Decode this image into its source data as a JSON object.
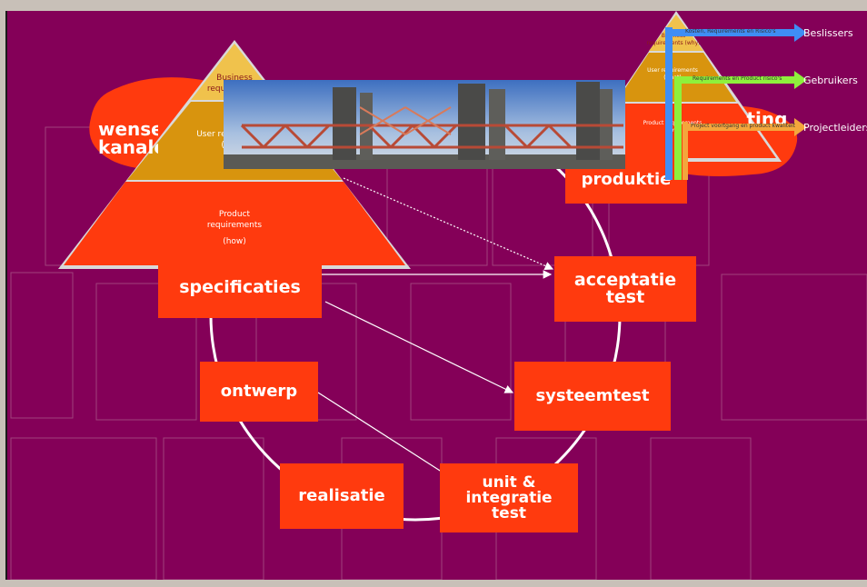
{
  "colors": {
    "background": "#840058",
    "box": "#ff3a0e",
    "pyramid_top": "#f0c24c",
    "pyramid_mid": "#d8940e",
    "pyramid_base": "#ff3a0e",
    "bar_blue": "#3f8ef4",
    "bar_green": "#8ef03c",
    "bar_orange": "#f4a63c"
  },
  "boxes": {
    "wensen": "wensen kanalen",
    "specificaties": "specificaties",
    "ontwerp": "ontwerp",
    "realisatie": "realisatie",
    "unit_test": "unit & integratie test",
    "systeemtest": "systeemtest",
    "acceptatie": "acceptatie test",
    "produktie": "produktie",
    "ting": "ting"
  },
  "left_pyramid": {
    "top": "Business requirements (why)",
    "mid": "User requirements (what)",
    "base_line1": "Product",
    "base_line2": "requirements",
    "base_line3": "(how)"
  },
  "right_pyramid": {
    "top": "Business requirements (why)",
    "mid": "User requirements (what)",
    "base": "Product requirements (how)"
  },
  "stakeholders": {
    "bar1_text": "Kosten, Requirements en Risico's",
    "bar1_target": "Beslissers",
    "bar2_text": "Requirements en Product risico's",
    "bar2_target": "Gebruikers",
    "bar3_text": "Project voortgang en product kwaliteit",
    "bar3_target": "Projectleiders"
  },
  "photo": {
    "icon": "bridge-photo"
  }
}
